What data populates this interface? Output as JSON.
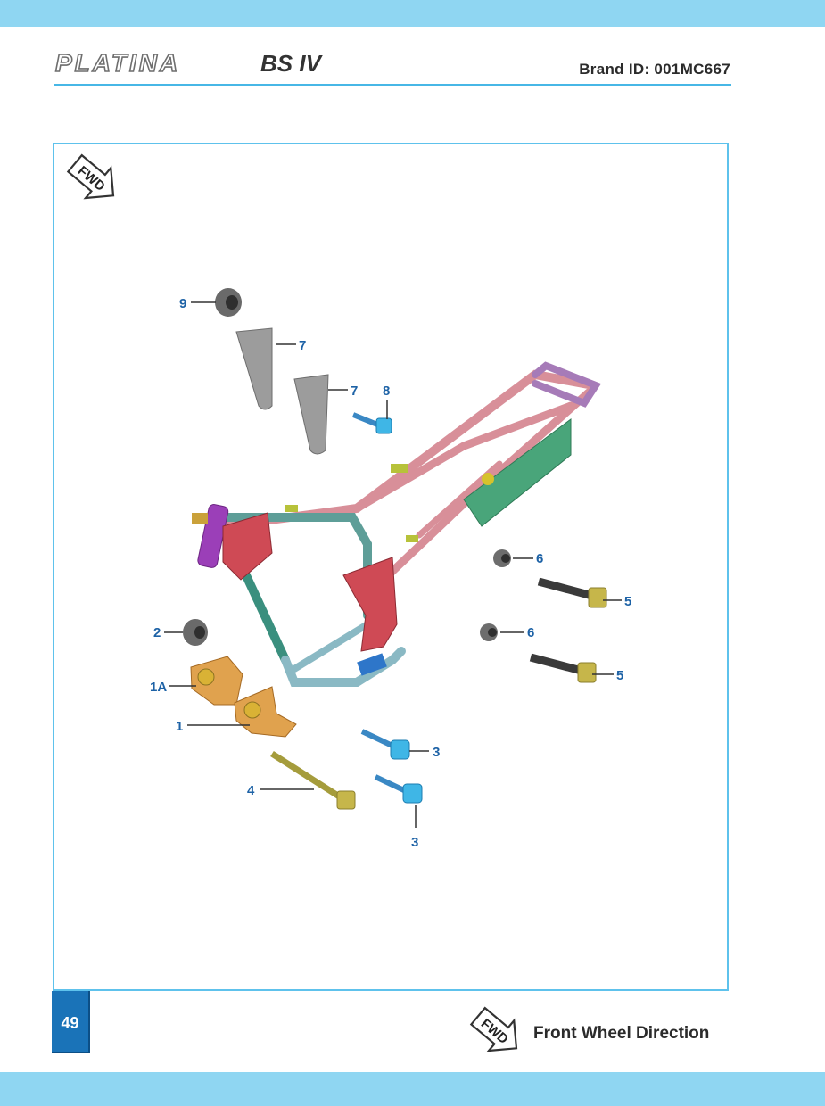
{
  "header": {
    "logo_text": "PLATINA",
    "logo_suffix": "BS IV",
    "brand_id": "Brand  ID: 001MC667"
  },
  "diagram": {
    "fwd_badge_text": "FWD",
    "callouts": [
      {
        "id": "c9",
        "label": "9"
      },
      {
        "id": "c7a",
        "label": "7"
      },
      {
        "id": "c7b",
        "label": "7"
      },
      {
        "id": "c8",
        "label": "8"
      },
      {
        "id": "c6a",
        "label": "6"
      },
      {
        "id": "c5a",
        "label": "5"
      },
      {
        "id": "c6b",
        "label": "6"
      },
      {
        "id": "c5b",
        "label": "5"
      },
      {
        "id": "c2",
        "label": "2"
      },
      {
        "id": "c1a",
        "label": "1A"
      },
      {
        "id": "c1",
        "label": "1"
      },
      {
        "id": "c3a",
        "label": "3"
      },
      {
        "id": "c4",
        "label": "4"
      },
      {
        "id": "c3b",
        "label": "3"
      }
    ]
  },
  "footer": {
    "page_number": "49",
    "legend_text": "Front  Wheel  Direction"
  },
  "colors": {
    "band": "#8fd6f2",
    "rule": "#47b7e6",
    "callout": "#1d62a6",
    "page_badge": "#1a73b8"
  }
}
